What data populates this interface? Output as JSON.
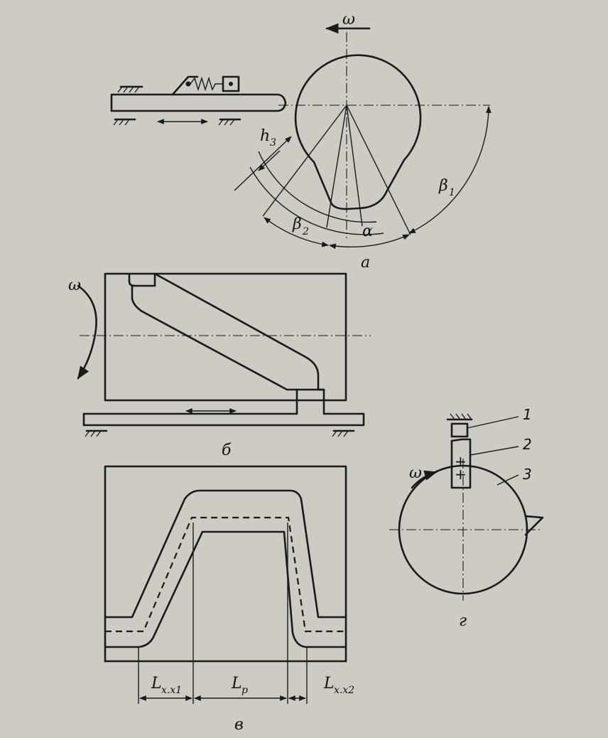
{
  "labels": {
    "omega": "ω",
    "h3_main": "h",
    "h3_sub": "3",
    "beta1_main": "β",
    "beta1_sub": "1",
    "beta2_main": "β",
    "beta2_sub": "2",
    "alpha": "α",
    "panel_a": "а",
    "panel_b": "б",
    "panel_v": "в",
    "panel_g": "г",
    "num_1": "1",
    "num_2": "2",
    "num_3": "3",
    "plus": "+",
    "L_main": "L",
    "Lxx1_sub": "x.x1",
    "Lp_sub": "p",
    "Lxx2_sub": "x.x2"
  },
  "colors": {
    "background": "#cdcbc4",
    "ink": "#1a1a1a"
  }
}
